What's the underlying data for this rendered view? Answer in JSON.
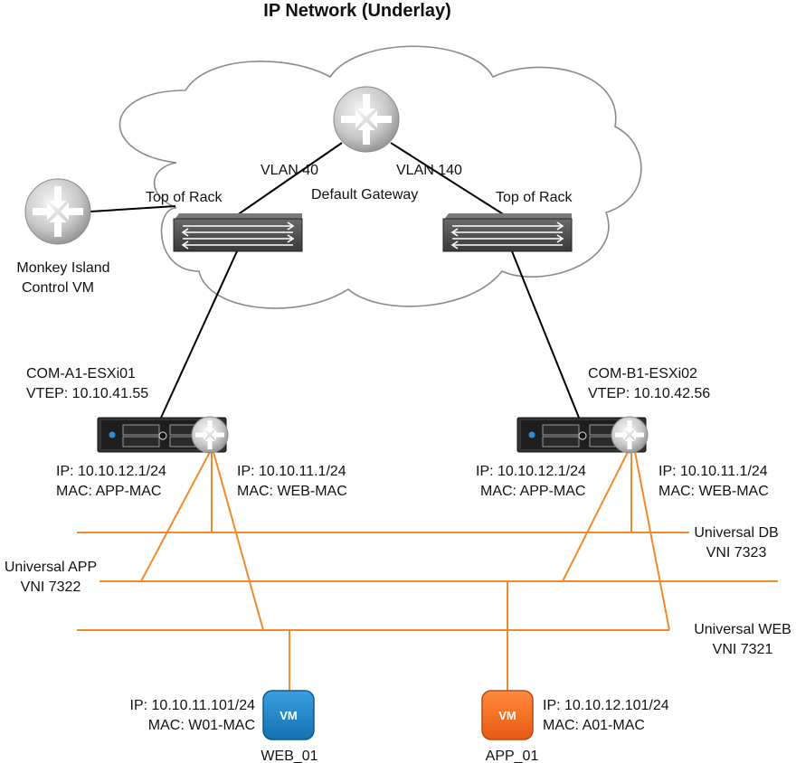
{
  "title": "IP Network (Underlay)",
  "colors": {
    "segment": "#f08a2c",
    "link": "#000000",
    "vm_web": "#1a82c4",
    "vm_app": "#f26722",
    "cloud_stroke": "#888888",
    "router": "#c8c8c8",
    "switch": "#2c2c2c"
  },
  "cloud": {
    "default_gateway_label": "Default Gateway",
    "vlan_left": "VLAN 40",
    "vlan_right": "VLAN 140",
    "tor_left_label": "Top of Rack",
    "tor_right_label": "Top of Rack"
  },
  "control_vm": {
    "line1": "Monkey Island",
    "line2": "Control VM",
    "icon": "router-icon"
  },
  "host_a": {
    "name": "COM-A1-ESXi01",
    "vtep": "VTEP: 10.10.41.55",
    "lif_app_ip": "IP: 10.10.12.1/24",
    "lif_app_mac": "MAC: APP-MAC",
    "lif_web_ip": "IP: 10.10.11.1/24",
    "lif_web_mac": "MAC: WEB-MAC"
  },
  "host_b": {
    "name": "COM-B1-ESXi02",
    "vtep": "VTEP: 10.10.42.56",
    "lif_app_ip": "IP: 10.10.12.1/24",
    "lif_app_mac": "MAC: APP-MAC",
    "lif_web_ip": "IP: 10.10.11.1/24",
    "lif_web_mac": "MAC: WEB-MAC"
  },
  "segments": {
    "db": {
      "name": "Universal DB",
      "vni": "VNI 7323"
    },
    "app": {
      "name": "Universal APP",
      "vni": "VNI 7322"
    },
    "web": {
      "name": "Universal WEB",
      "vni": "VNI 7321"
    }
  },
  "vm_web": {
    "badge": "VM",
    "ip": "IP: 10.10.11.101/24",
    "mac": "MAC: W01-MAC",
    "name": "WEB_01"
  },
  "vm_app": {
    "badge": "VM",
    "ip": "IP: 10.10.12.101/24",
    "mac": "MAC: A01-MAC",
    "name": "APP_01"
  }
}
